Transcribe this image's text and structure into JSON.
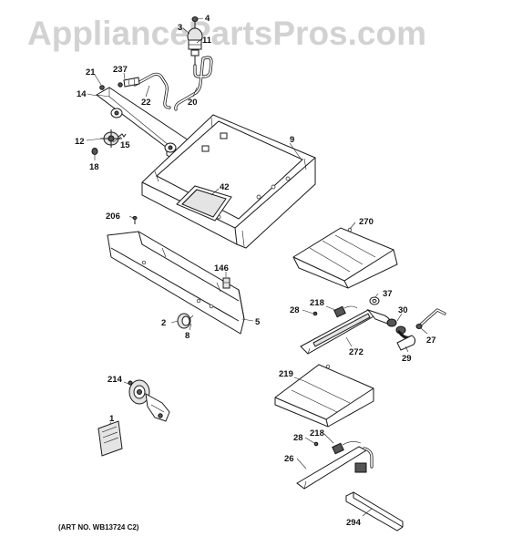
{
  "watermark": "AppliancePartsPros.com",
  "art_number": "(ART NO. WB13724 C2)",
  "callouts": {
    "c4": "4",
    "c3": "3",
    "c11": "11",
    "c21": "21",
    "c237": "237",
    "c14": "14",
    "c22": "22",
    "c20": "20",
    "c9": "9",
    "c12": "12",
    "c15": "15",
    "c18": "18",
    "c42": "42",
    "c206": "206",
    "c270": "270",
    "c146": "146",
    "c37": "37",
    "c218a": "218",
    "c28a": "28",
    "c30": "30",
    "c2": "2",
    "c8": "8",
    "c5": "5",
    "c27": "27",
    "c272": "272",
    "c29": "29",
    "c214": "214",
    "c219": "219",
    "c1": "1",
    "c28b": "28",
    "c218b": "218",
    "c26": "26",
    "c294": "294"
  }
}
